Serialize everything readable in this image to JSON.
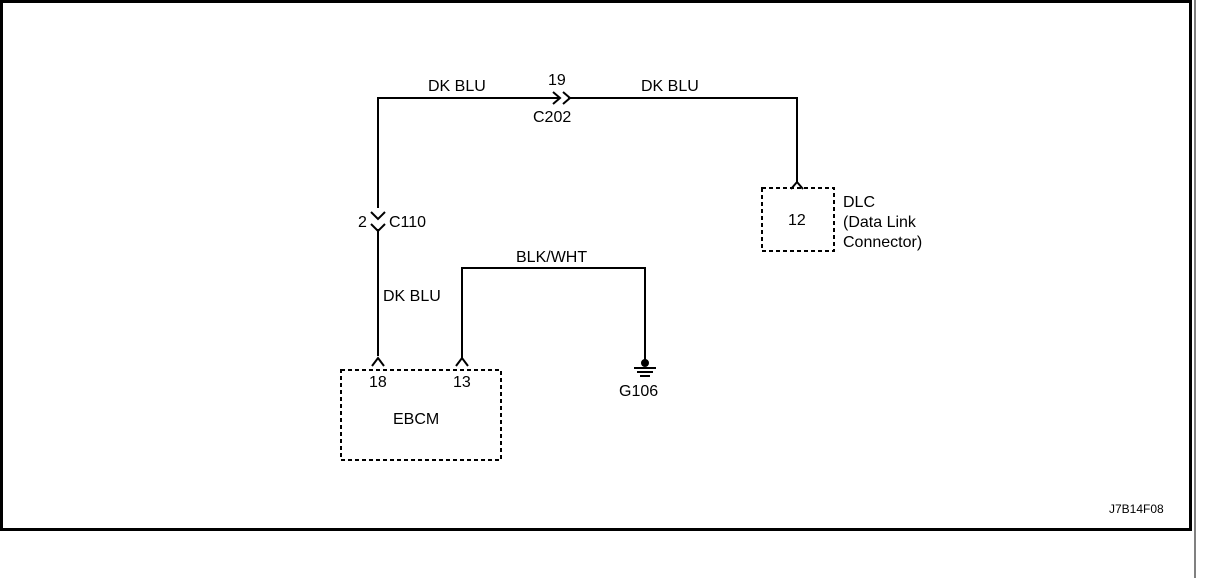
{
  "wires": {
    "top_left_color": "DK BLU",
    "top_right_color": "DK BLU",
    "left_vertical_color": "DK BLU",
    "ground_color": "BLK/WHT"
  },
  "connectors": {
    "c202": {
      "name": "C202",
      "pin": "19"
    },
    "c110": {
      "name": "C110",
      "pin": "2"
    }
  },
  "components": {
    "dlc": {
      "pin": "12",
      "label_line1": "DLC",
      "label_line2": "(Data Link",
      "label_line3": "Connector)"
    },
    "ebcm": {
      "name": "EBCM",
      "pin_a": "18",
      "pin_b": "13"
    },
    "ground": {
      "name": "G106"
    }
  },
  "figure_id": "J7B14F08",
  "colors": {
    "line": "#000000",
    "background": "#ffffff"
  }
}
